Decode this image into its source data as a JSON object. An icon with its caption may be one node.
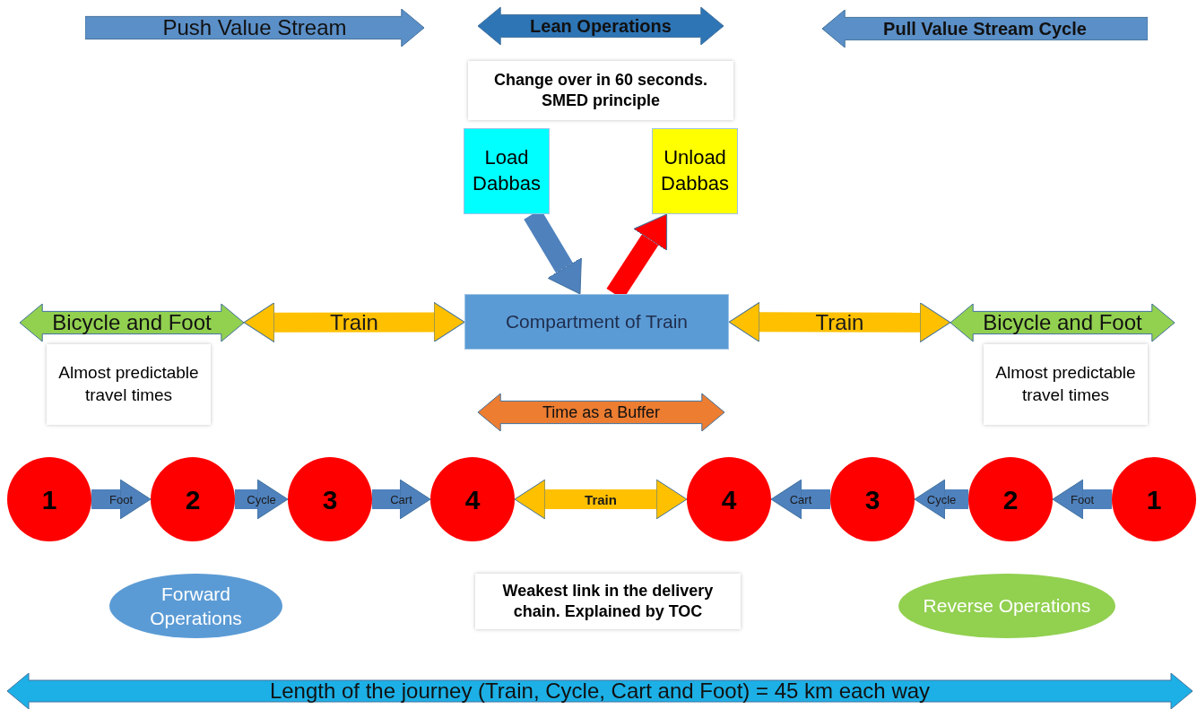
{
  "diagram": {
    "nodes": [
      {
        "text": [
          "Change over in 60 seconds. SMED principle"
        ]
      },
      {
        "text": [
          "Load Dabbas"
        ]
      },
      {
        "text": [
          "Unload Dabbas"
        ]
      },
      {
        "text": [
          "Compartment of Train"
        ]
      },
      {
        "text": [
          "Bicycle and Foot"
        ]
      },
      {
        "text": [
          "Bicycle and Foot"
        ]
      },
      {
        "text": [
          "Almost predictable travel times"
        ]
      },
      {
        "text": [
          "Almost predictable travel times"
        ]
      },
      {
        "text": [
          "1"
        ]
      },
      {
        "text": [
          "2"
        ]
      },
      {
        "text": [
          "3"
        ]
      },
      {
        "text": [
          "4"
        ]
      },
      {
        "text": [
          "4"
        ]
      },
      {
        "text": [
          "3"
        ]
      },
      {
        "text": [
          "2"
        ]
      },
      {
        "text": [
          "1"
        ]
      },
      {
        "text": [
          "Forward Operations"
        ]
      },
      {
        "text": [
          "Weakest link in the delivery chain. Explained  by TOC"
        ]
      },
      {
        "text": [
          "Reverse Operations"
        ]
      }
    ],
    "edges": [
      {
        "from": 1,
        "to": 3,
        "arrow": "to"
      },
      {
        "from": 3,
        "to": 2,
        "arrow": "to",
        "color": "#ff0000"
      },
      {
        "from": 4,
        "to": 3,
        "arrow": "both",
        "label": "Train",
        "color": "#ffc000"
      },
      {
        "from": 3,
        "to": 5,
        "arrow": "both",
        "label": "Train",
        "color": "#ffc000"
      },
      {
        "from": 8,
        "to": 9,
        "arrow": "to",
        "label": "Foot"
      },
      {
        "from": 9,
        "to": 10,
        "arrow": "to",
        "label": "Cycle"
      },
      {
        "from": 10,
        "to": 11,
        "arrow": "to",
        "label": "Cart"
      },
      {
        "from": 11,
        "to": 12,
        "arrow": "both",
        "label": "Train",
        "color": "#ffc000"
      },
      {
        "from": 15,
        "to": 14,
        "arrow": "to",
        "label": "Foot"
      },
      {
        "from": 14,
        "to": 13,
        "arrow": "to",
        "label": "Cycle"
      },
      {
        "from": 13,
        "to": 12,
        "arrow": "to",
        "label": "Cart"
      }
    ],
    "labels": [
      "Push Value Stream",
      "Lean Operations",
      "Pull Value Stream Cycle",
      "Time as a Buffer",
      "Length of the journey (Train, Cycle, Cart and Foot) = 45 km each way"
    ]
  }
}
